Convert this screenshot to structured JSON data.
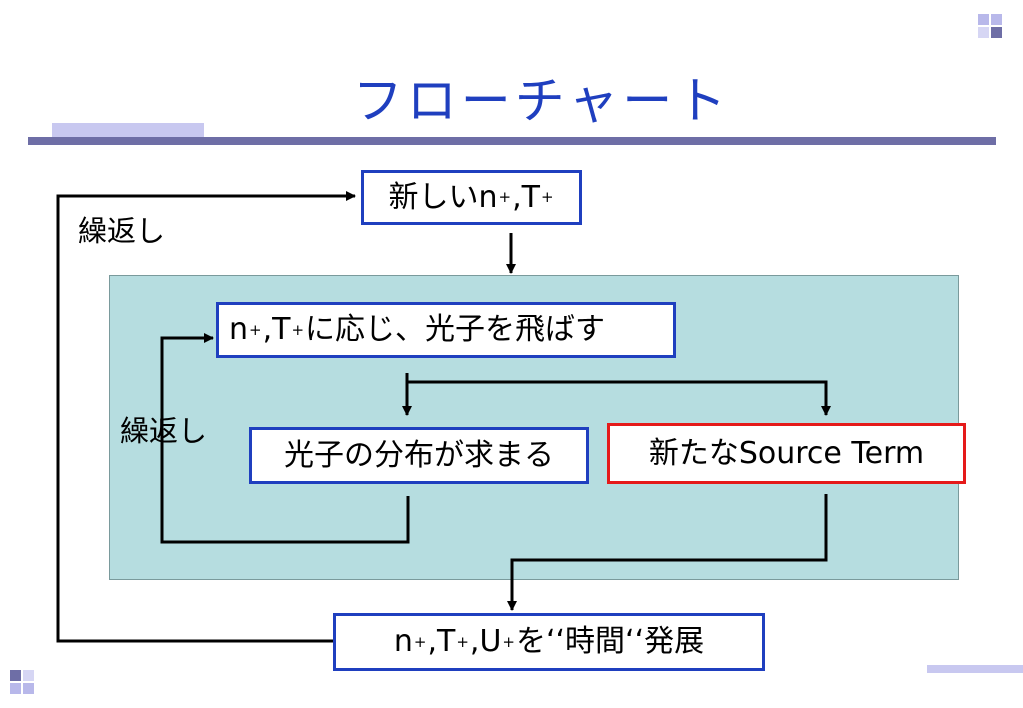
{
  "title": "フローチャート",
  "colors": {
    "title": "#1f3fbf",
    "box_border": "#1f3fbf",
    "box_highlight_border": "#e51a1a",
    "panel_fill": "#b6dde0",
    "divider": "#6e6ea6",
    "accent_bar": "#c8c8f0",
    "arrow": "#000000"
  },
  "nodes": {
    "new_state": {
      "prefix": "新しいn",
      "sub1": "+",
      "mid1": ",T",
      "sub2": "+"
    },
    "emit_photons": {
      "prefix": "n",
      "sub1": "+",
      "mid1": ",T",
      "sub2": "+",
      "suffix": "に応じ、光子を飛ばす"
    },
    "photon_distribution": {
      "text": "光子の分布が求まる"
    },
    "source_term": {
      "text": "新たなSource Term"
    },
    "time_evolution": {
      "prefix": "n",
      "sub1": "+",
      "mid1": ",T",
      "sub2": "+",
      "mid2": ",U",
      "sub3": "+",
      "suffix": "を‘‘時間‘‘発展"
    }
  },
  "labels": {
    "outer_loop": "繰返し",
    "inner_loop": "繰返し"
  }
}
